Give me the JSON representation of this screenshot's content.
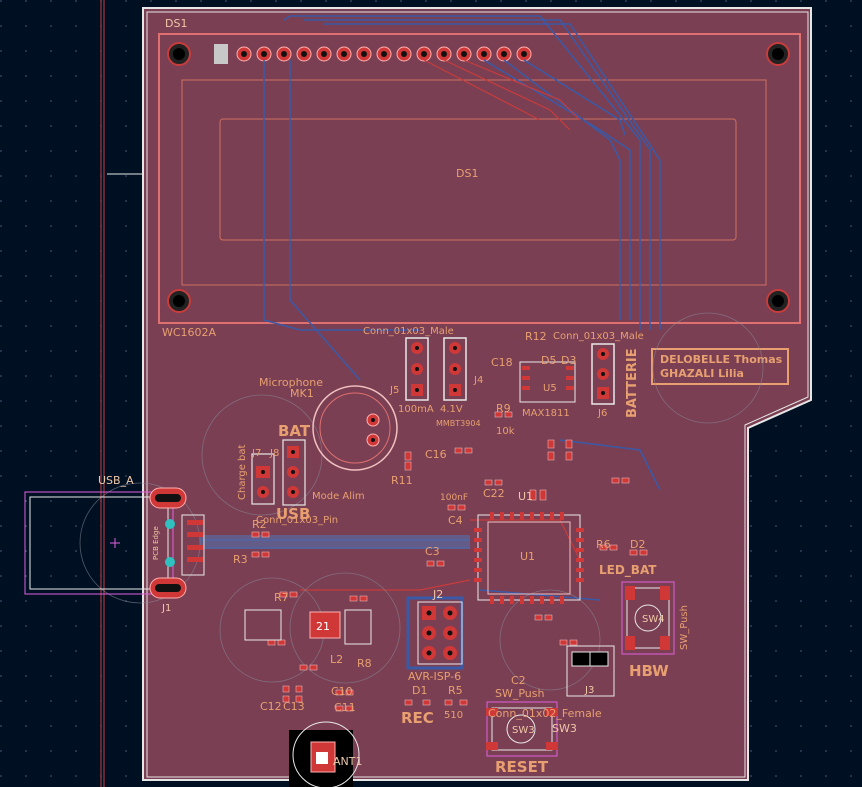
{
  "board": {
    "display_ref": "DS1",
    "display_model": "WC1602A",
    "author_line1": "DELOBELLE Thomas",
    "author_line2": "GHAZALI Lilia",
    "battery_label": "BATTERIE",
    "usb_a_label": "USB_A",
    "j1_label": "J1",
    "pcb_edge_label": "PCB Edge",
    "microphone_label": "Microphone",
    "mk1_label": "MK1",
    "bat_label": "BAT",
    "charge_bat_label": "Charge bat",
    "usb_label": "USB",
    "mode_alim_label": "Mode Alim",
    "led_bat_label": "LED_BAT",
    "hbw_label": "HBW",
    "rec_label": "REC",
    "reset_label": "RESET",
    "sw_push_label": "SW_Push",
    "avr_isp_label": "AVR-ISP-6",
    "ant1_label": "ANT1",
    "conn_male_label": "Conn_01x03_Male",
    "conn_pin_label": "Conn_01x03_Pin",
    "conn_female_label": "Conn_01x02_Female",
    "current_label": "100mA",
    "voltage_label": "4.1V",
    "max_label": "MAX1811",
    "mmbt_label": "MMBT3904",
    "u1_label": "U1",
    "u5_label": "U5",
    "sw3_label": "SW3",
    "sw4_label": "SW4",
    "j2_label": "J2",
    "j3_label": "J3",
    "j4_label": "J4",
    "j5_label": "J5",
    "j6_label": "J6",
    "j7_label": "J7",
    "j8_label": "J8",
    "d1_label": "D1",
    "r5_label": "R5",
    "r5_value": "510",
    "c22_label": "C22",
    "c4_label": "C4",
    "c3_label": "C3",
    "c16_label": "C16",
    "r11_label": "R11",
    "r9_label": "R9",
    "r9_value": "10k",
    "r12_label": "R12",
    "d5_label": "D5",
    "d3_label": "D3",
    "c18_label": "C18",
    "r2_label": "R2",
    "r3_label": "R3",
    "r6_label": "R6",
    "d2_label": "D2",
    "r7_label": "R7",
    "r8_label": "R8",
    "l2_label": "L2",
    "c10_label": "C10",
    "c11_label": "C11",
    "c12_label": "C12",
    "c13_label": "C13",
    "c2_label": "C2",
    "c100nf_label": "100nF",
    "ic21_label": "21"
  },
  "colors": {
    "background": "#001023",
    "board_fill": "#7a3f52",
    "copper_back": "#3a5aa8",
    "silk_front": "#f0c8a8",
    "silk_label": "#e8a070",
    "pad_red": "#c83c3c",
    "edge_cuts": "#e6e6e6",
    "courtyard": "#e060e0"
  }
}
